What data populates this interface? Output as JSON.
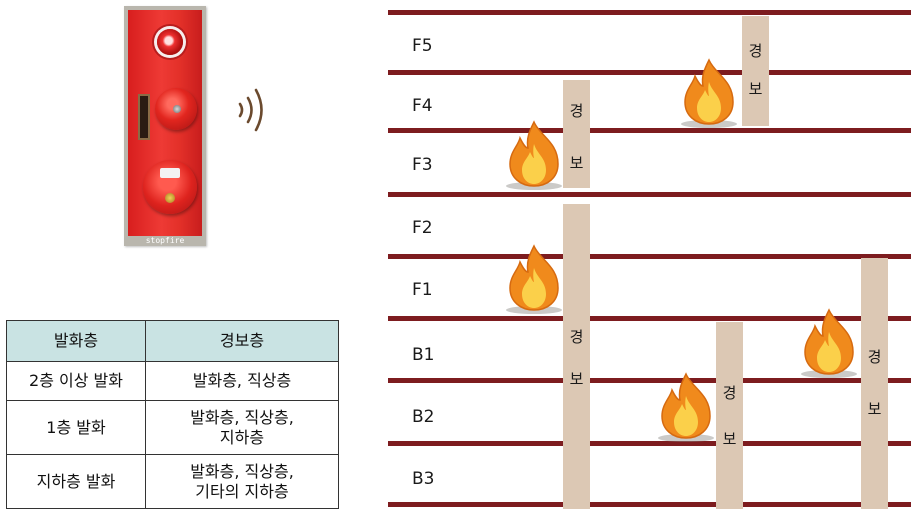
{
  "panel": {
    "label": "stopfire",
    "icons": [
      "alarm-lamp-icon",
      "alarm-bell-icon",
      "manual-call-point-icon",
      "sound-wave-icon"
    ]
  },
  "table": {
    "headers": [
      "발화층",
      "경보층"
    ],
    "rows": [
      {
        "fire_floor": "2층 이상 발화",
        "alarm_floors": [
          "발화층, 직상층"
        ]
      },
      {
        "fire_floor": "1층 발화",
        "alarm_floors": [
          "발화층, 직상층,",
          "지하층"
        ]
      },
      {
        "fire_floor": "지하층 발화",
        "alarm_floors": [
          "발화층, 직상층,",
          "기타의 지하층"
        ]
      }
    ]
  },
  "building": {
    "floors": [
      "F5",
      "F4",
      "F3",
      "F2",
      "F1",
      "B1",
      "B2",
      "B3"
    ],
    "alarm_text": [
      "경",
      "보"
    ],
    "colors": {
      "floor_line": "#7d1c1f",
      "alarm_bar": "#dcc8b4"
    }
  }
}
